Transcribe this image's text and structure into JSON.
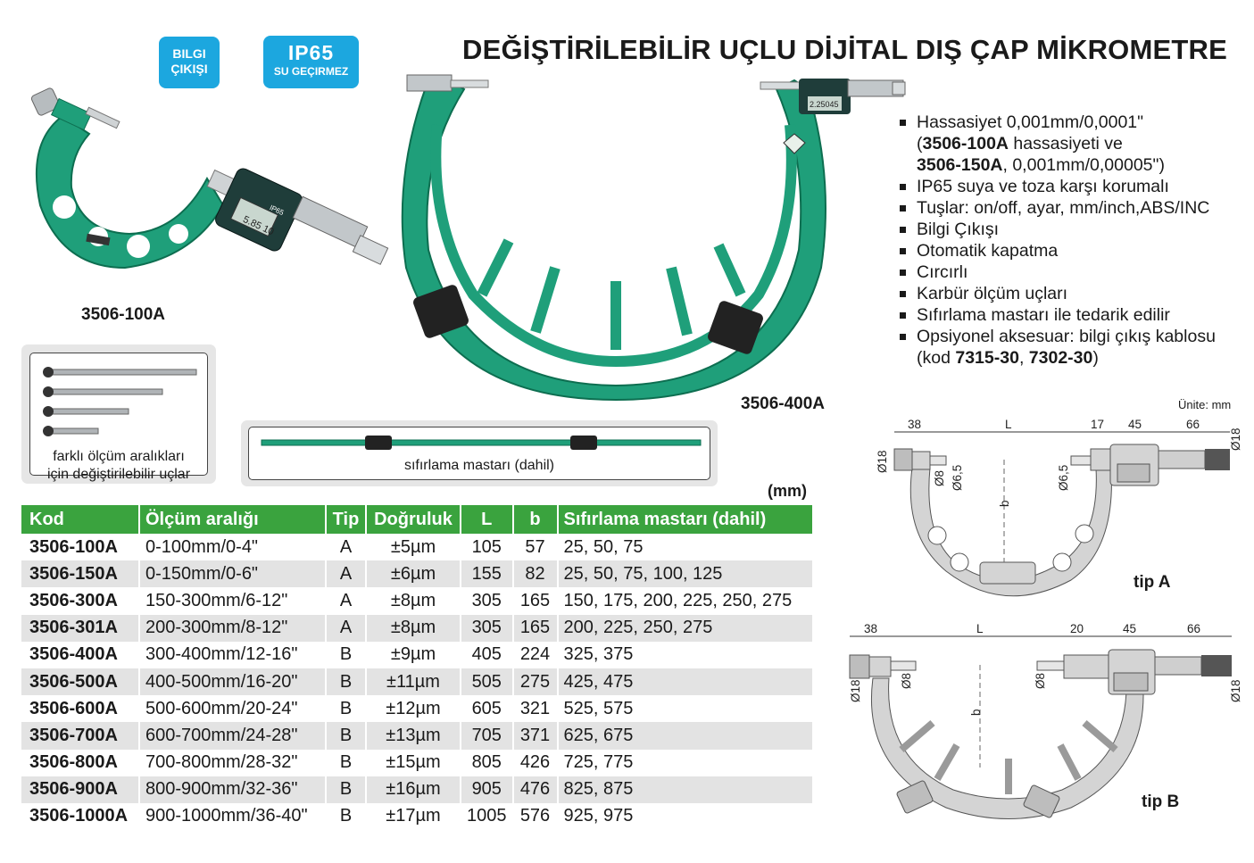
{
  "badges": {
    "bilgi_line1": "BILGI",
    "bilgi_line2": "ÇIKIŞI",
    "ip_code": "IP65",
    "ip_text": "SU GEÇIRMEZ"
  },
  "title": "DEĞİŞTİRİLEBİLİR UÇLU DİJİTAL DIŞ ÇAP MİKROMETRE",
  "images": {
    "model_small": "3506-100A",
    "model_large": "3506-400A",
    "display_small": "5.85 10",
    "display_large": "2.25045",
    "ip_on_display": "IP65"
  },
  "features": {
    "f1": "Hassasiyet 0,001mm/0,0001\"",
    "f1b_pre": "(",
    "f1b_bold": "3506-100A",
    "f1b_post": " hassasiyeti ve",
    "f1c_bold": "3506-150A",
    "f1c_post": ", 0,001mm/0,00005\")",
    "f2": "IP65 suya ve toza karşı korumalı",
    "f3": "Tuşlar: on/off, ayar, mm/inch,ABS/INC",
    "f4": "Bilgi Çıkışı",
    "f5": "Otomatik kapatma",
    "f6": "Cırcırlı",
    "f7": "Karbür ölçüm uçları",
    "f8": "Sıfırlama mastarı ile tedarik edilir",
    "f9": "Opsiyonel aksesuar: bilgi çıkış kablosu",
    "f9b_pre": "(kod ",
    "f9b_bold1": "7315-30",
    "f9b_mid": ", ",
    "f9b_bold2": "7302-30",
    "f9b_post": ")"
  },
  "tips_box": {
    "caption_line1": "farklı ölçüm aralıkları",
    "caption_line2": "için değiştirilebilir uçlar"
  },
  "mastar_box": {
    "caption": "sıfırlama mastarı (dahil)"
  },
  "unit": "(mm)",
  "table": {
    "headers": [
      "Kod",
      "Ölçüm aralığı",
      "Tip",
      "Doğruluk",
      "L",
      "b",
      "Sıfırlama mastarı (dahil)"
    ],
    "rows": [
      [
        "3506-100A",
        "0-100mm/0-4\"",
        "A",
        "±5µm",
        "105",
        "57",
        "25, 50, 75"
      ],
      [
        "3506-150A",
        "0-150mm/0-6\"",
        "A",
        "±6µm",
        "155",
        "82",
        "25, 50, 75, 100, 125"
      ],
      [
        "3506-300A",
        "150-300mm/6-12\"",
        "A",
        "±8µm",
        "305",
        "165",
        "150, 175, 200, 225, 250, 275"
      ],
      [
        "3506-301A",
        "200-300mm/8-12\"",
        "A",
        "±8µm",
        "305",
        "165",
        "200, 225, 250, 275"
      ],
      [
        "3506-400A",
        "300-400mm/12-16\"",
        "B",
        "±9µm",
        "405",
        "224",
        "325, 375"
      ],
      [
        "3506-500A",
        "400-500mm/16-20\"",
        "B",
        "±11µm",
        "505",
        "275",
        "425, 475"
      ],
      [
        "3506-600A",
        "500-600mm/20-24\"",
        "B",
        "±12µm",
        "605",
        "321",
        "525, 575"
      ],
      [
        "3506-700A",
        "600-700mm/24-28\"",
        "B",
        "±13µm",
        "705",
        "371",
        "625, 675"
      ],
      [
        "3506-800A",
        "700-800mm/28-32\"",
        "B",
        "±15µm",
        "805",
        "426",
        "725, 775"
      ],
      [
        "3506-900A",
        "800-900mm/32-36\"",
        "B",
        "±16µm",
        "905",
        "476",
        "825, 875"
      ],
      [
        "3506-1000A",
        "900-1000mm/36-40\"",
        "B",
        "±17µm",
        "1005",
        "576",
        "925, 975"
      ]
    ]
  },
  "drawings": {
    "unit_note": "Ünite: mm",
    "tipA_label": "tip A",
    "tipB_label": "tip B",
    "dimsA": {
      "d38": "38",
      "L": "L",
      "d17": "17",
      "d45": "45",
      "d66": "66",
      "dia18a": "Ø18",
      "dia18b": "Ø18",
      "dia8": "Ø8",
      "dia65a": "Ø6,5",
      "dia65b": "Ø6,5",
      "b": "b"
    },
    "dimsB": {
      "d38": "38",
      "L": "L",
      "d20": "20",
      "d45": "45",
      "d66": "66",
      "dia18a": "Ø18",
      "dia18b": "Ø18",
      "dia8a": "Ø8",
      "dia8b": "Ø8",
      "b": "b"
    }
  },
  "colors": {
    "green": "#3aa33e",
    "blue_badge": "#1ca7df",
    "teal_frame": "#1f9f7a"
  }
}
